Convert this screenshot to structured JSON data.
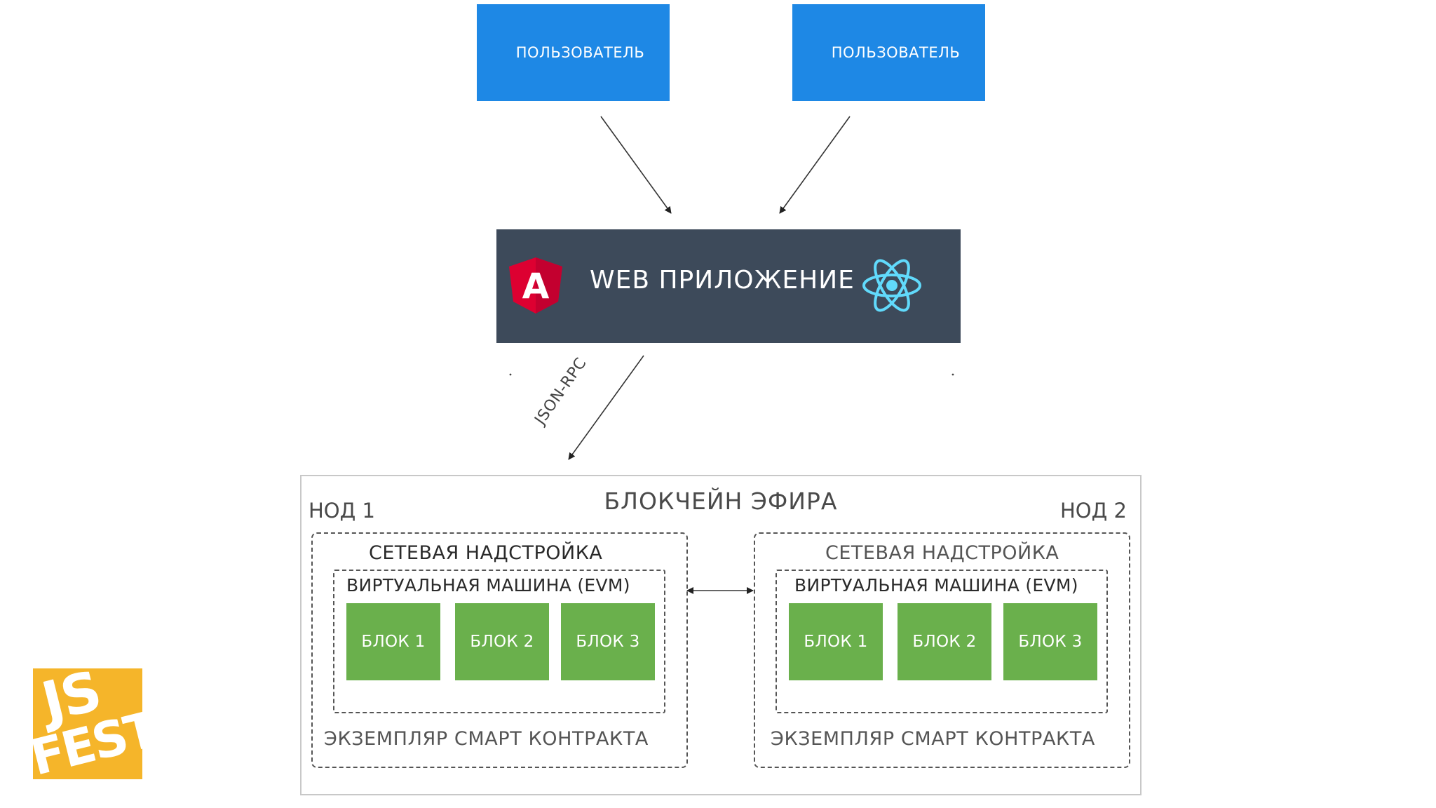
{
  "users": [
    {
      "label": "ПОЛЬЗОВАТЕЛЬ"
    },
    {
      "label": "ПОЛЬЗОВАТЕЛЬ"
    }
  ],
  "web_app": {
    "label": "WEB ПРИЛОЖЕНИЕ",
    "left_logo_icon": "angular-icon",
    "right_logo_icon": "react-icon",
    "left_logo_text": "A"
  },
  "connection": {
    "label": "JSON-RPC"
  },
  "blockchain": {
    "title": "БЛОКЧЕЙН ЭФИРА",
    "nodes": [
      {
        "label": "НОД 1",
        "network_layer": "СЕТЕВАЯ НАДСТРОЙКА",
        "vm": "ВИРТУАЛЬНАЯ МАШИНА (EVM)",
        "blocks": [
          "БЛОК 1",
          "БЛОК 2",
          "БЛОК 3"
        ],
        "contract": "ЭКЗЕМПЛЯР СМАРТ КОНТРАКТА"
      },
      {
        "label": "НОД 2",
        "network_layer": "СЕТЕВАЯ НАДСТРОЙКА",
        "vm": "ВИРТУАЛЬНАЯ МАШИНА (EVM)",
        "blocks": [
          "БЛОК 1",
          "БЛОК 2",
          "БЛОК 3"
        ],
        "contract": "ЭКЗЕМПЛЯР СМАРТ КОНТРАКТА"
      }
    ]
  },
  "branding": {
    "logo_icon": "jsfest-logo-icon",
    "line1": "JS",
    "line2": "FEST"
  },
  "colors": {
    "user_box": "#1e88e5",
    "web_app_bg": "#3d4a5a",
    "block_green": "#6ab04c",
    "angular_red": "#dd0031",
    "react_cyan": "#61dafb",
    "jsfest_yellow": "#f5b52a"
  }
}
